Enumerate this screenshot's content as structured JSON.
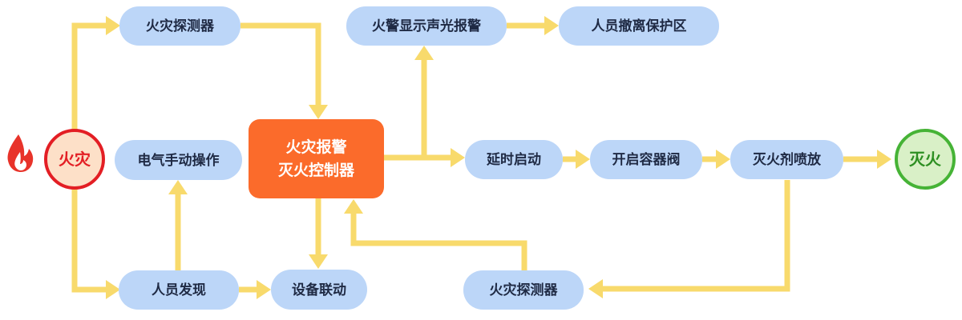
{
  "nodes": {
    "fire_start": "火灾",
    "detector_top": "火灾探测器",
    "manual_operation": "电气手动操作",
    "person_found": "人员发现",
    "controller_line1": "火灾报警",
    "controller_line2": "灭火控制器",
    "linkage": "设备联动",
    "alarm_display": "火警显示声光报警",
    "evacuation": "人员撤离保护区",
    "delay_start": "延时启动",
    "open_valve": "开启容器阀",
    "agent_spray": "灭火剂喷放",
    "extinguished": "灭火",
    "detector_bottom": "火灾探测器"
  },
  "colors": {
    "connector": "#f8da6c",
    "node_fill": "#bcd6f8",
    "controller_fill": "#fb6b2b",
    "fire_ring": "#e31e24",
    "extinguished_ring": "#46b336"
  },
  "icons": {
    "fire": "flame-icon"
  }
}
